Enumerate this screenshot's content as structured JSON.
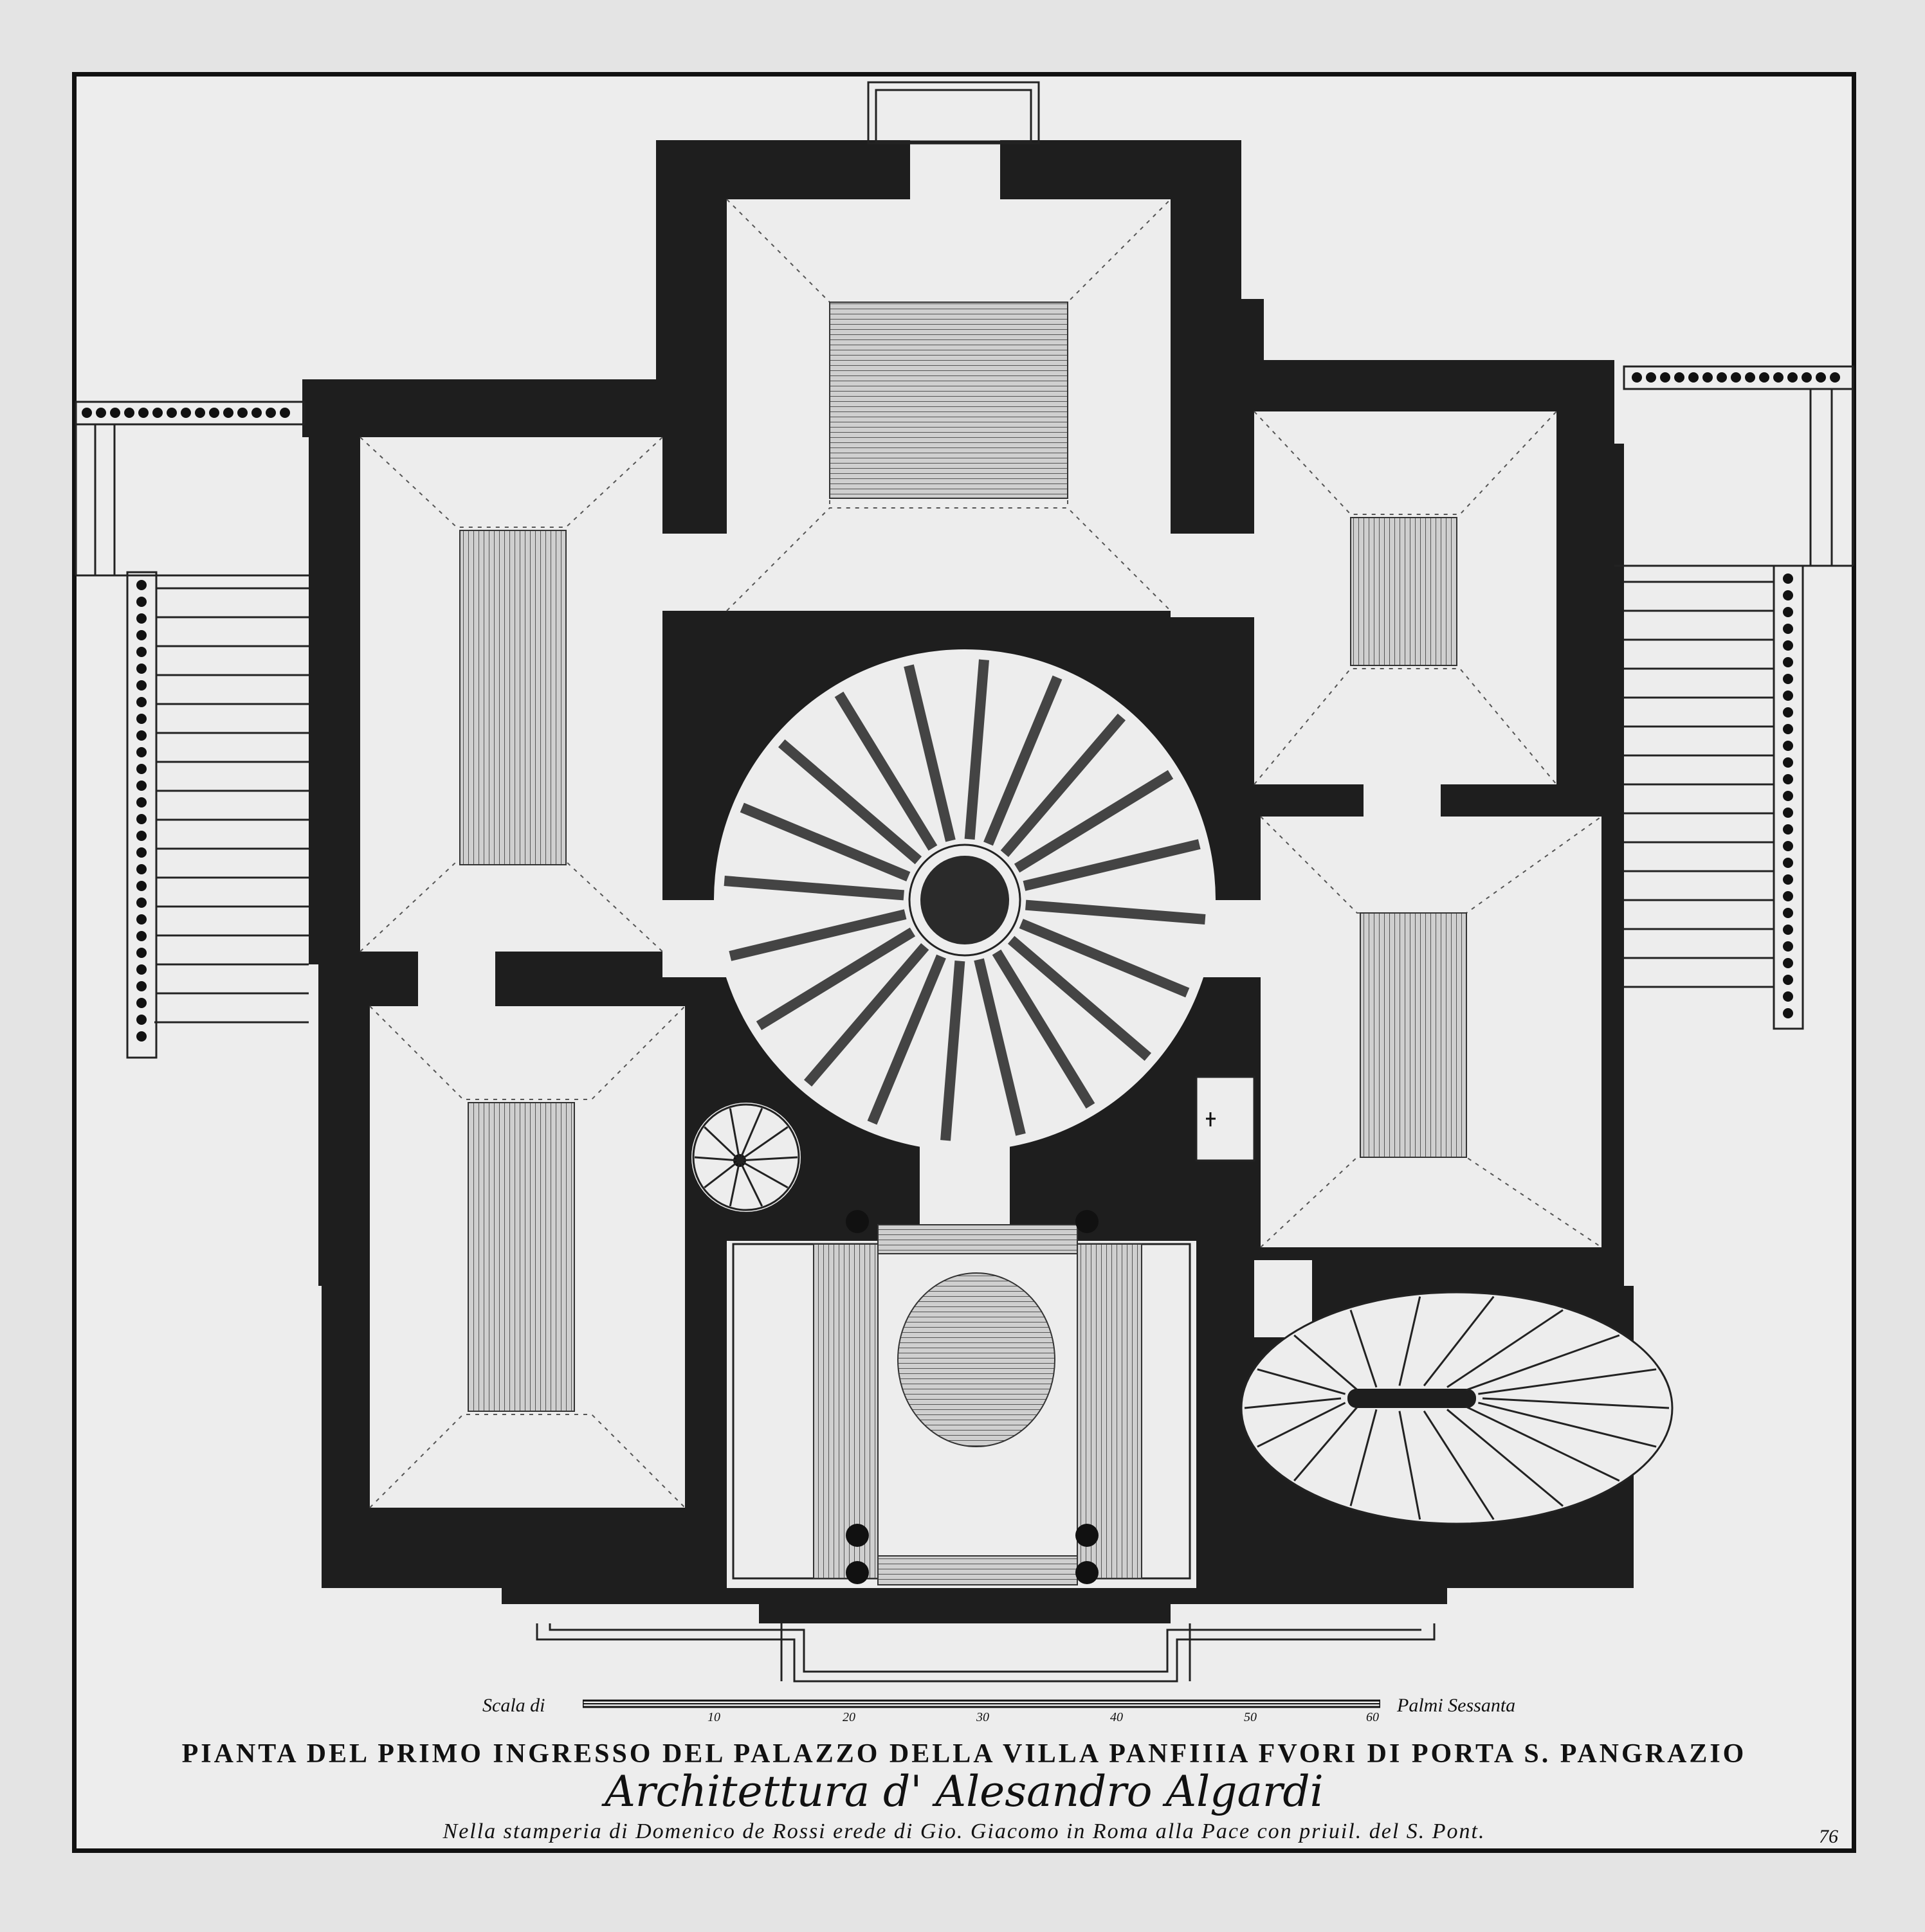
{
  "plate": {
    "title": "PIANTA DEL PRIMO INGRESSO DEL PALAZZO DELLA VILLA PANFIIIA FVORI DI PORTA S. PANGRAZIO",
    "architect": "Architettura d' Alesandro Algardi",
    "printer": "Nella stamperia di Domenico de Rossi erede di Gio. Giacomo in Roma alla Pace con priuil. del S. Pont.",
    "plate_number": "76"
  },
  "scale": {
    "label_left": "Scala di",
    "label_right": "Palmi Sessanta",
    "ticks": [
      "10",
      "20",
      "30",
      "40",
      "50",
      "60"
    ]
  },
  "colors": {
    "paper": "#ededed",
    "ink": "#1e1e1e"
  }
}
